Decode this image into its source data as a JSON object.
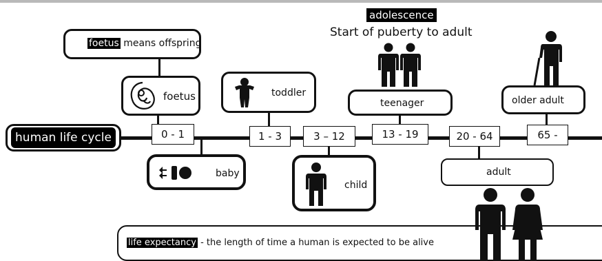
{
  "title": "human life cycle",
  "adolescence": {
    "heading": "adolescence",
    "subtitle": "Start of puberty to adult"
  },
  "foetus_note": {
    "highlight": "foetus",
    "rest": " means offspring"
  },
  "stages": {
    "foetus": "foetus",
    "baby": "baby",
    "toddler": "toddler",
    "child": "child",
    "teenager": "teenager",
    "adult": "adult",
    "older_adult": "older adult"
  },
  "ages": {
    "foetus_baby": "0 - 1",
    "toddler": "1 - 3",
    "child": "3 – 12",
    "teenager": "13 - 19",
    "adult": "20 - 64",
    "older_adult": "65 -"
  },
  "life_expectancy": {
    "term": "life expectancy",
    "definition": " - the length of time a human is expected to be alive"
  },
  "icons": [
    "foetus-icon",
    "baby-icon",
    "toddler-icon",
    "child-icon",
    "teenagers-icon",
    "older-adult-icon",
    "adults-icon"
  ]
}
